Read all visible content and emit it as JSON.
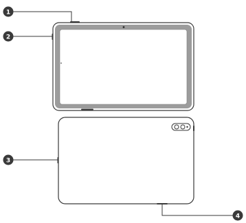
{
  "diagram": {
    "views": [
      "front-view",
      "back-view"
    ],
    "callouts": [
      {
        "number": "1",
        "target": "top-button"
      },
      {
        "number": "2",
        "target": "side-button"
      },
      {
        "number": "3",
        "target": "left-edge-port"
      },
      {
        "number": "4",
        "target": "bottom-port"
      }
    ]
  },
  "colors": {
    "outline": "#3a3a3a",
    "bezel": "#9c9c9c",
    "screen": "#ffffff",
    "callout_fill": "#3a3a3a",
    "callout_text": "#ffffff",
    "leader": "#3a3a3a"
  }
}
